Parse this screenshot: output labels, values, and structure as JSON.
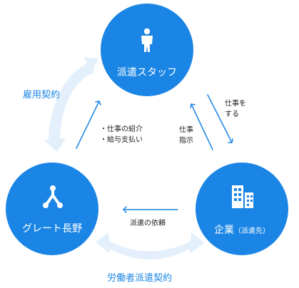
{
  "nodes": {
    "staff": {
      "label": "派遣スタッフ"
    },
    "great_nagano": {
      "label": "グレート長野"
    },
    "company": {
      "label": "企業",
      "sub": "（派遣先）"
    }
  },
  "relations": {
    "employment_contract": "雇用契約",
    "dispatch_contract": "労働者派遣契約"
  },
  "flows": {
    "job_intro": [
      "・仕事の紹介",
      "・給与支払い"
    ],
    "do_work": [
      "仕事を",
      "する"
    ],
    "work_instruction": [
      "仕事",
      "指示"
    ],
    "dispatch_request": "派遣の依頼"
  },
  "colors": {
    "accent": "#1a85e5",
    "band": "#e3effa",
    "text": "#222222"
  },
  "icons": {
    "staff": "person-icon",
    "great_nagano": "logo-icon",
    "company": "building-icon"
  }
}
